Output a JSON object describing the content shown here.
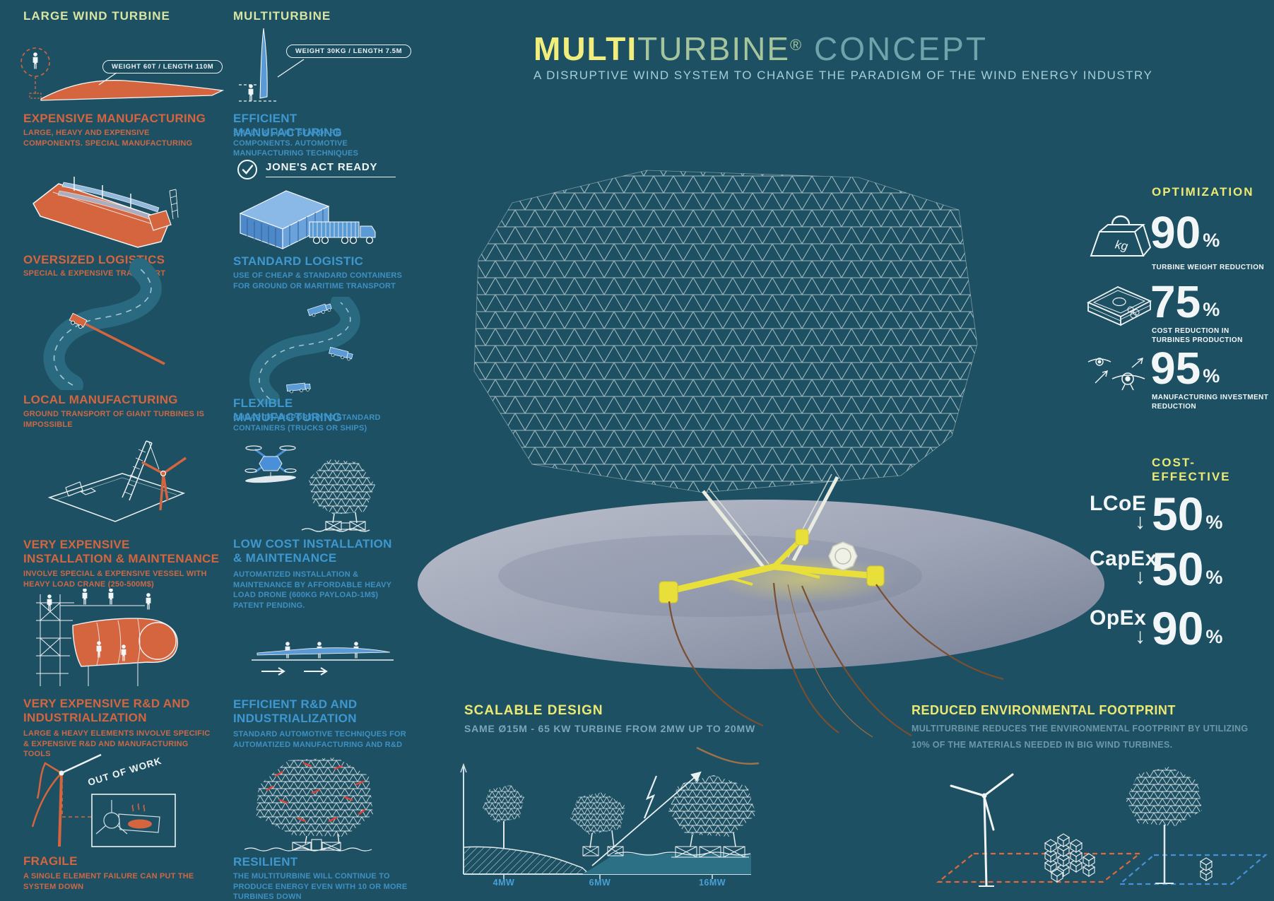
{
  "header": {
    "title_bold": "MULTI",
    "title_light": "TURBINE",
    "title_reg": "®",
    "title_tail": " CONCEPT",
    "subtitle": "A DISRUPTIVE WIND SYSTEM TO CHANGE THE PARADIGM OF THE WIND ENERGY INDUSTRY"
  },
  "col_large": {
    "heading": "LARGE WIND TURBINE",
    "spec_badge": "WEIGHT 60T / LENGTH 110M",
    "out_of_work": "OUT OF WORK",
    "sections": [
      {
        "title": "EXPENSIVE MANUFACTURING",
        "desc": "LARGE, HEAVY AND EXPENSIVE COMPONENTS. SPECIAL MANUFACTURING"
      },
      {
        "title": "OVERSIZED LOGISTICS",
        "desc": "SPECIAL & EXPENSIVE TRANSPORT"
      },
      {
        "title": "LOCAL MANUFACTURING",
        "desc": "GROUND TRANSPORT OF GIANT TURBINES IS IMPOSSIBLE"
      },
      {
        "title": "VERY EXPENSIVE INSTALLATION & MAINTENANCE",
        "desc": "INVOLVE SPECIAL & EXPENSIVE VESSEL WITH HEAVY LOAD CRANE (250-500M$)"
      },
      {
        "title": "VERY EXPENSIVE R&D AND INDUSTRIALIZATION",
        "desc": "LARGE & HEAVY ELEMENTS INVOLVE SPECIFIC & EXPENSIVE R&D AND MANUFACTURING TOOLS"
      },
      {
        "title": "FRAGILE",
        "desc": "A SINGLE ELEMENT FAILURE CAN PUT THE SYSTEM DOWN"
      }
    ]
  },
  "col_multi": {
    "heading": "MULTITURBINE",
    "spec_badge": "WEIGHT 30KG / LENGTH 7.5M",
    "jones_act": "JONE'S ACT READY",
    "sections": [
      {
        "title": "EFFICIENT MANUFACTURING",
        "desc": "SMALL & LIGHT STANDARD COMPONENTS. AUTOMOTIVE MANUFACTURING TECHNIQUES"
      },
      {
        "title": "STANDARD LOGISTIC",
        "desc": "USE OF CHEAP & STANDARD CONTAINERS FOR GROUND OR MARITIME TRANSPORT"
      },
      {
        "title": "FLEXIBLE MANUFACTURING",
        "desc": "CHEAP TRANSPORT INTO STANDARD CONTAINERS (TRUCKS OR SHIPS)"
      },
      {
        "title": "LOW COST INSTALLATION & MAINTENANCE",
        "desc": "AUTOMATIZED INSTALLATION & MAINTENANCE BY AFFORDABLE HEAVY LOAD DRONE (600KG PAYLOAD-1M$) PATENT PENDING."
      },
      {
        "title": "EFFICIENT R&D AND INDUSTRIALIZATION",
        "desc": "STANDARD AUTOMOTIVE TECHNIQUES FOR AUTOMATIZED MANUFACTURING AND R&D"
      },
      {
        "title": "RESILIENT",
        "desc": "THE MULTITURBINE WILL CONTINUE TO PRODUCE ENERGY EVEN WITH 10 OR MORE TURBINES DOWN"
      }
    ]
  },
  "optimization": {
    "heading": "OPTIMIZATION",
    "weight_icon_label": "kg",
    "stats": [
      {
        "value": "90",
        "unit": "%",
        "label": "TURBINE WEIGHT REDUCTION",
        "icon": "weight-kg"
      },
      {
        "value": "75",
        "unit": "%",
        "label": "COST REDUCTION IN TURBINES PRODUCTION",
        "icon": "money-stack"
      },
      {
        "value": "95",
        "unit": "%",
        "label": "MANUFACTURING INVESTMENT REDUCTION",
        "icon": "drone"
      }
    ]
  },
  "cost_effective": {
    "heading": "COST- EFFECTIVE",
    "stats": [
      {
        "name": "LCoE",
        "arrow": "↓",
        "value": "50",
        "unit": "%"
      },
      {
        "name": "CapEx",
        "arrow": "↓",
        "value": "50",
        "unit": "%"
      },
      {
        "name": "OpEx",
        "arrow": "↓",
        "value": "90",
        "unit": "%"
      }
    ]
  },
  "scalable": {
    "heading": "SCALABLE DESIGN",
    "subtitle": "SAME Ø15M - 65 KW TURBINE FROM 2MW UP TO 20MW",
    "labels": [
      "4MW",
      "6MW",
      "16MW"
    ]
  },
  "environment": {
    "heading": "REDUCED ENVIRONMENTAL FOOTPRINT",
    "subtitle": "MULTITURBINE REDUCES THE ENVIRONMENTAL FOOTPRINT BY UTILIZING 10% OF THE MATERIALS NEEDED IN BIG WIND TURBINES."
  },
  "colors": {
    "background": "#1d5063",
    "orange_accent": "#d4653e",
    "blue_accent": "#3e97cf",
    "yellow_heading": "#ece973",
    "green_heading": "#d9e5a2",
    "platform_yellow": "#e8df3a"
  }
}
